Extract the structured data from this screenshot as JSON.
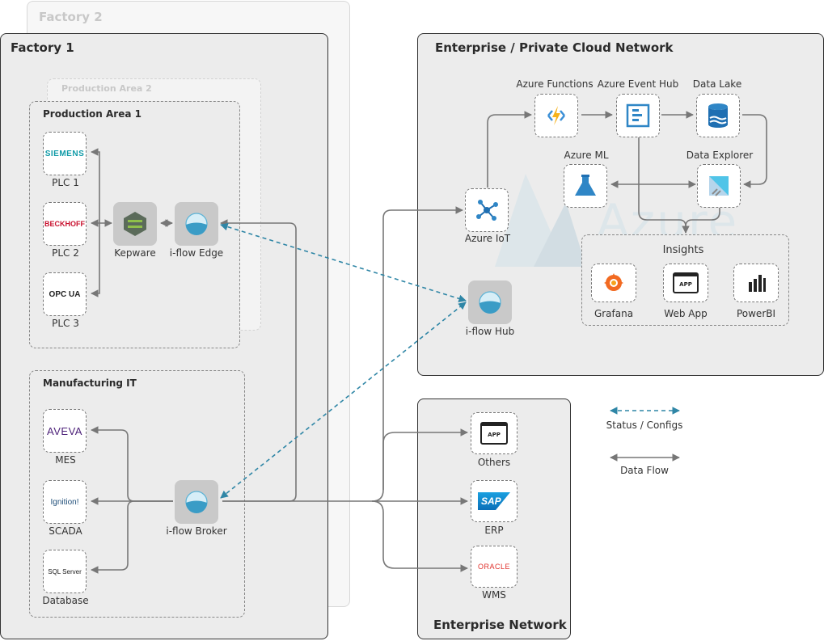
{
  "factory2": {
    "title": "Factory 2"
  },
  "factory1": {
    "title": "Factory 1"
  },
  "production_area_2": {
    "title": "Production Area 2"
  },
  "production_area_1": {
    "title": "Production Area 1",
    "plcs": [
      {
        "logo": "SIEMENS",
        "label": "PLC 1"
      },
      {
        "logo": "BECKHOFF",
        "label": "PLC 2"
      },
      {
        "logo": "OPC UA",
        "label": "PLC 3"
      }
    ],
    "kepware": {
      "label": "Kepware"
    },
    "edge": {
      "label": "i-flow Edge"
    }
  },
  "manufacturing_it": {
    "title": "Manufacturing IT",
    "systems": [
      {
        "logo": "AVEVA",
        "label": "MES"
      },
      {
        "logo": "Ignition!",
        "label": "SCADA"
      },
      {
        "logo": "SQL Server",
        "label": "Database"
      }
    ],
    "broker": {
      "label": "i-flow Broker"
    }
  },
  "cloud": {
    "title": "Enterprise / Private Cloud Network",
    "watermark": "Azure",
    "nodes": {
      "functions": "Azure Functions",
      "event_hub": "Azure Event Hub",
      "data_lake": "Data Lake",
      "ml": "Azure ML",
      "explorer": "Data Explorer",
      "iot": "Azure IoT",
      "hub": "i-flow Hub"
    },
    "insights": {
      "title": "Insights",
      "items": [
        {
          "label": "Grafana"
        },
        {
          "label": "Web App",
          "logo": "APP"
        },
        {
          "label": "PowerBI"
        }
      ]
    }
  },
  "enterprise": {
    "title": "Enterprise Network",
    "items": [
      {
        "label": "Others",
        "logo": "APP"
      },
      {
        "label": "ERP",
        "logo": "SAP"
      },
      {
        "label": "WMS",
        "logo": "ORACLE"
      }
    ]
  },
  "legend": {
    "status": "Status / Configs",
    "data_flow": "Data Flow"
  },
  "colors": {
    "dashed_link": "#2f86a6",
    "data_flow": "#777777",
    "iflow_blue": "#5bb3d6"
  }
}
